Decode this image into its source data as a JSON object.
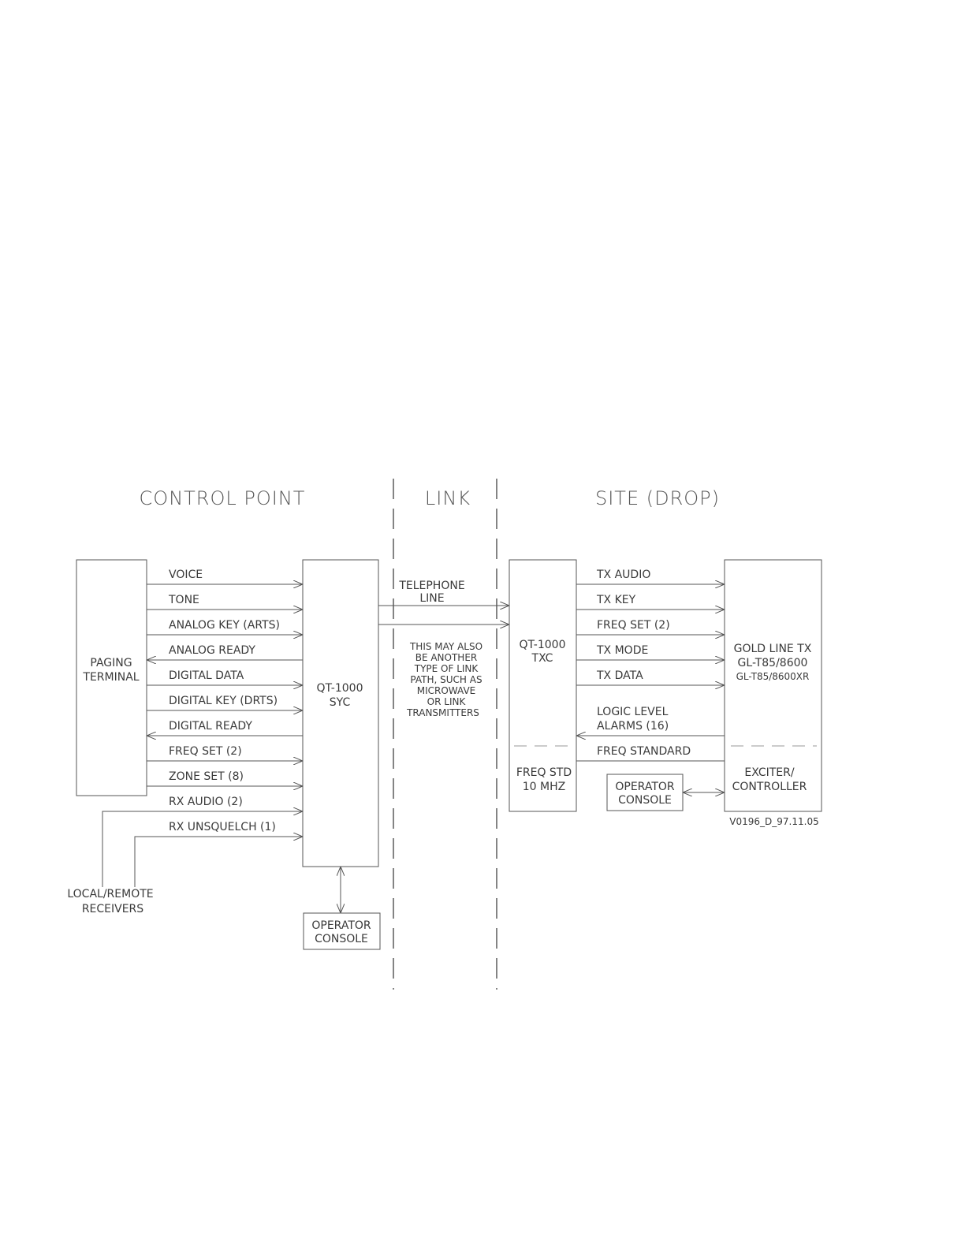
{
  "sections": {
    "control_point": "CONTROL POINT",
    "link": "LINK",
    "site": "SITE (DROP)"
  },
  "boxes": {
    "paging_terminal": [
      "PAGING",
      "TERMINAL"
    ],
    "syc": [
      "QT-1000",
      "SYC"
    ],
    "operator_console_left": [
      "OPERATOR",
      "CONSOLE"
    ],
    "txc": [
      "QT-1000",
      "TXC"
    ],
    "freq_std": [
      "FREQ STD",
      "10 MHZ"
    ],
    "operator_console_right": [
      "OPERATOR",
      "CONSOLE"
    ],
    "gold_line_tx": [
      "GOLD LINE TX",
      "GL-T85/8600",
      "GL-T85/8600XR"
    ],
    "exciter": [
      "EXCITER/",
      "CONTROLLER"
    ]
  },
  "left_signals": [
    "VOICE",
    "TONE",
    "ANALOG KEY (ARTS)",
    "ANALOG READY",
    "DIGITAL DATA",
    "DIGITAL KEY (DRTS)",
    "DIGITAL READY",
    "FREQ SET (2)",
    "ZONE SET (8)",
    "RX AUDIO (2)",
    "RX UNSQUELCH (1)"
  ],
  "receivers_label": [
    "LOCAL/REMOTE",
    "RECEIVERS"
  ],
  "link": {
    "telephone": [
      "TELEPHONE",
      "LINE"
    ],
    "note": [
      "THIS MAY ALSO",
      "BE ANOTHER",
      "TYPE OF LINK",
      "PATH, SUCH AS",
      "MICROWAVE",
      "OR LINK",
      "TRANSMITTERS"
    ]
  },
  "right_signals": [
    "TX AUDIO",
    "TX KEY",
    "FREQ SET (2)",
    "TX MODE",
    "TX DATA"
  ],
  "alarms_label": [
    "LOGIC LEVEL",
    "ALARMS (16)"
  ],
  "freq_standard_label": "FREQ STANDARD",
  "drawing_id": "V0196_D_97.11.05"
}
